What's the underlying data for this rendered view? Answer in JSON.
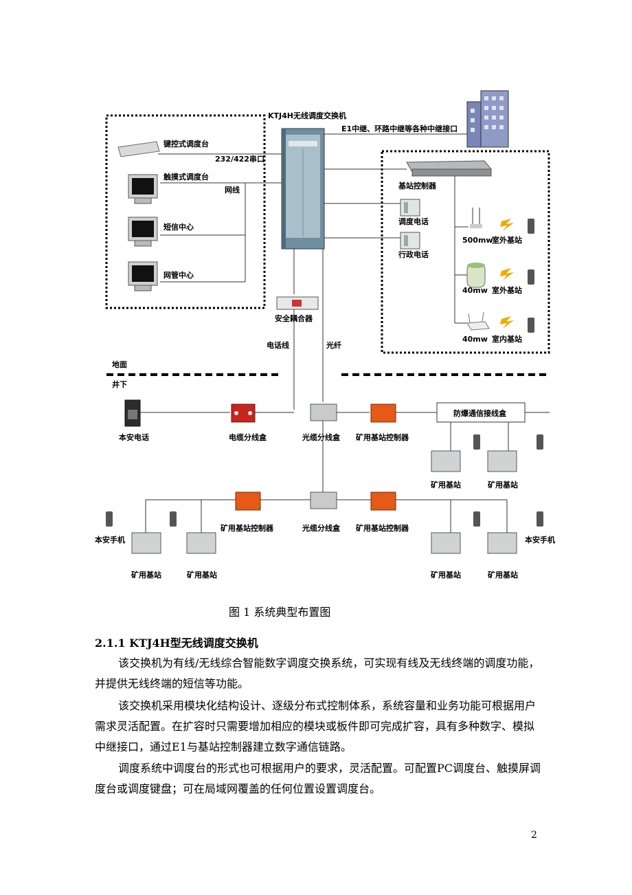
{
  "diagram": {
    "switch_title": "KTJ4H无线调度交换机",
    "trunk_label": "E1中继、环路中继等各种中继接口",
    "keyboard_console": "键控式调度台",
    "serial_port": "232/422串口",
    "touch_console": "触摸式调度台",
    "network_line": "网线",
    "sms_center": "短信中心",
    "nms_center": "网管中心",
    "base_controller": "基站控制器",
    "dispatch_phone": "调度电话",
    "admin_phone": "行政电话",
    "power_500": "500mw",
    "power_40a": "40mw",
    "power_40b": "40mw",
    "outdoor_a": "室外基站",
    "outdoor_b": "室外基站",
    "indoor": "室内基站",
    "coupler": "安全耦合器",
    "phone_line": "电话线",
    "fiber": "光纤",
    "ground": "地面",
    "underground": "井下",
    "safe_phone": "本安电话",
    "cable_box": "电缆分线盒",
    "fiber_box_1": "光缆分线盒",
    "mine_ctrl_1": "矿用基站控制器",
    "junction_box": "防爆通信接线盒",
    "mine_bs_1": "矿用基站",
    "mine_bs_2": "矿用基站",
    "mine_ctrl_2": "矿用基站控制器",
    "fiber_box_2": "光缆分线盒",
    "mine_ctrl_3": "矿用基站控制器",
    "safe_handset_l": "本安手机",
    "safe_handset_r": "本安手机",
    "mine_bs_3": "矿用基站",
    "mine_bs_4": "矿用基站",
    "mine_bs_5": "矿用基站",
    "mine_bs_6": "矿用基站"
  },
  "caption": "图 1  系统典型布置图",
  "section_title": "2.1.1 KTJ4H型无线调度交换机",
  "paragraphs": [
    "该交换机为有线/无线综合智能数字调度交换系统，可实现有线及无线终端的调度功能，并提供无线终端的短信等功能。",
    "该交换机采用模块化结构设计、逐级分布式控制体系，系统容量和业务功能可根据用户需求灵活配置。在扩容时只需要增加相应的模块或板件即可完成扩容，具有多种数字、模拟中继接口，通过E1与基站控制器建立数字通信链路。",
    "调度系统中调度台的形式也可根据用户的要求，灵活配置。可配置PC调度台、触摸屏调度台或调度键盘；可在局域网覆盖的任何位置设置调度台。"
  ],
  "page_number": "2"
}
